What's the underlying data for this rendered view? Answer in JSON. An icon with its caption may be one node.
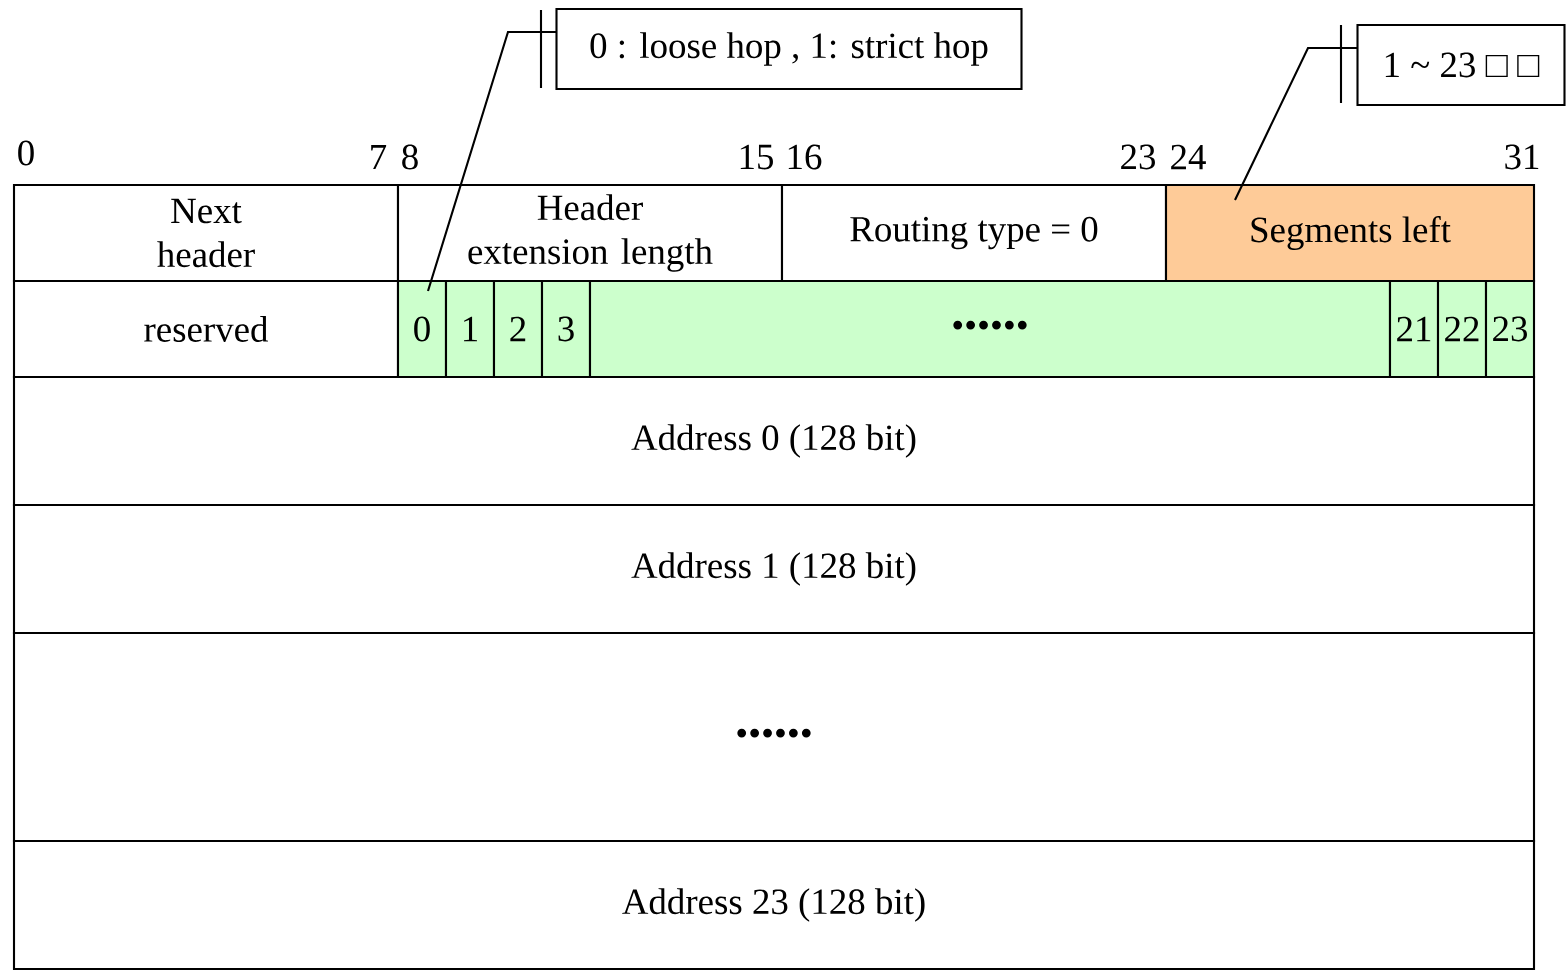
{
  "diagram": {
    "nodes": [
      {
        "text": [
          "Next header"
        ]
      },
      {
        "text": [
          "Header extension length"
        ]
      },
      {
        "text": [
          "Routing type = 0"
        ]
      },
      {
        "text": [
          "Segments left"
        ]
      },
      {
        "text": [
          "reserved"
        ]
      },
      {
        "text": [
          "0"
        ]
      },
      {
        "text": [
          "1"
        ]
      },
      {
        "text": [
          "2"
        ]
      },
      {
        "text": [
          "3"
        ]
      },
      {
        "text": [
          "••••••"
        ]
      },
      {
        "text": [
          "21"
        ]
      },
      {
        "text": [
          "22"
        ]
      },
      {
        "text": [
          "23"
        ]
      },
      {
        "text": [
          "Address 0 (128 bit)"
        ]
      },
      {
        "text": [
          "Address 1 (128 bit)"
        ]
      },
      {
        "text": [
          "••••••"
        ]
      },
      {
        "text": [
          "Address 23 (128 bit)"
        ]
      },
      {
        "text": [
          "0 : loose hop , 1: strict hop"
        ]
      },
      {
        "text": [
          "1 ~ 23 □ □"
        ]
      }
    ],
    "edges": [
      {
        "from": 17,
        "to": 5,
        "arrow": "none"
      },
      {
        "from": 18,
        "to": 3,
        "arrow": "none"
      }
    ],
    "labels": [
      "0",
      "7",
      "8",
      "15",
      "16",
      "23",
      "24",
      "31"
    ]
  }
}
